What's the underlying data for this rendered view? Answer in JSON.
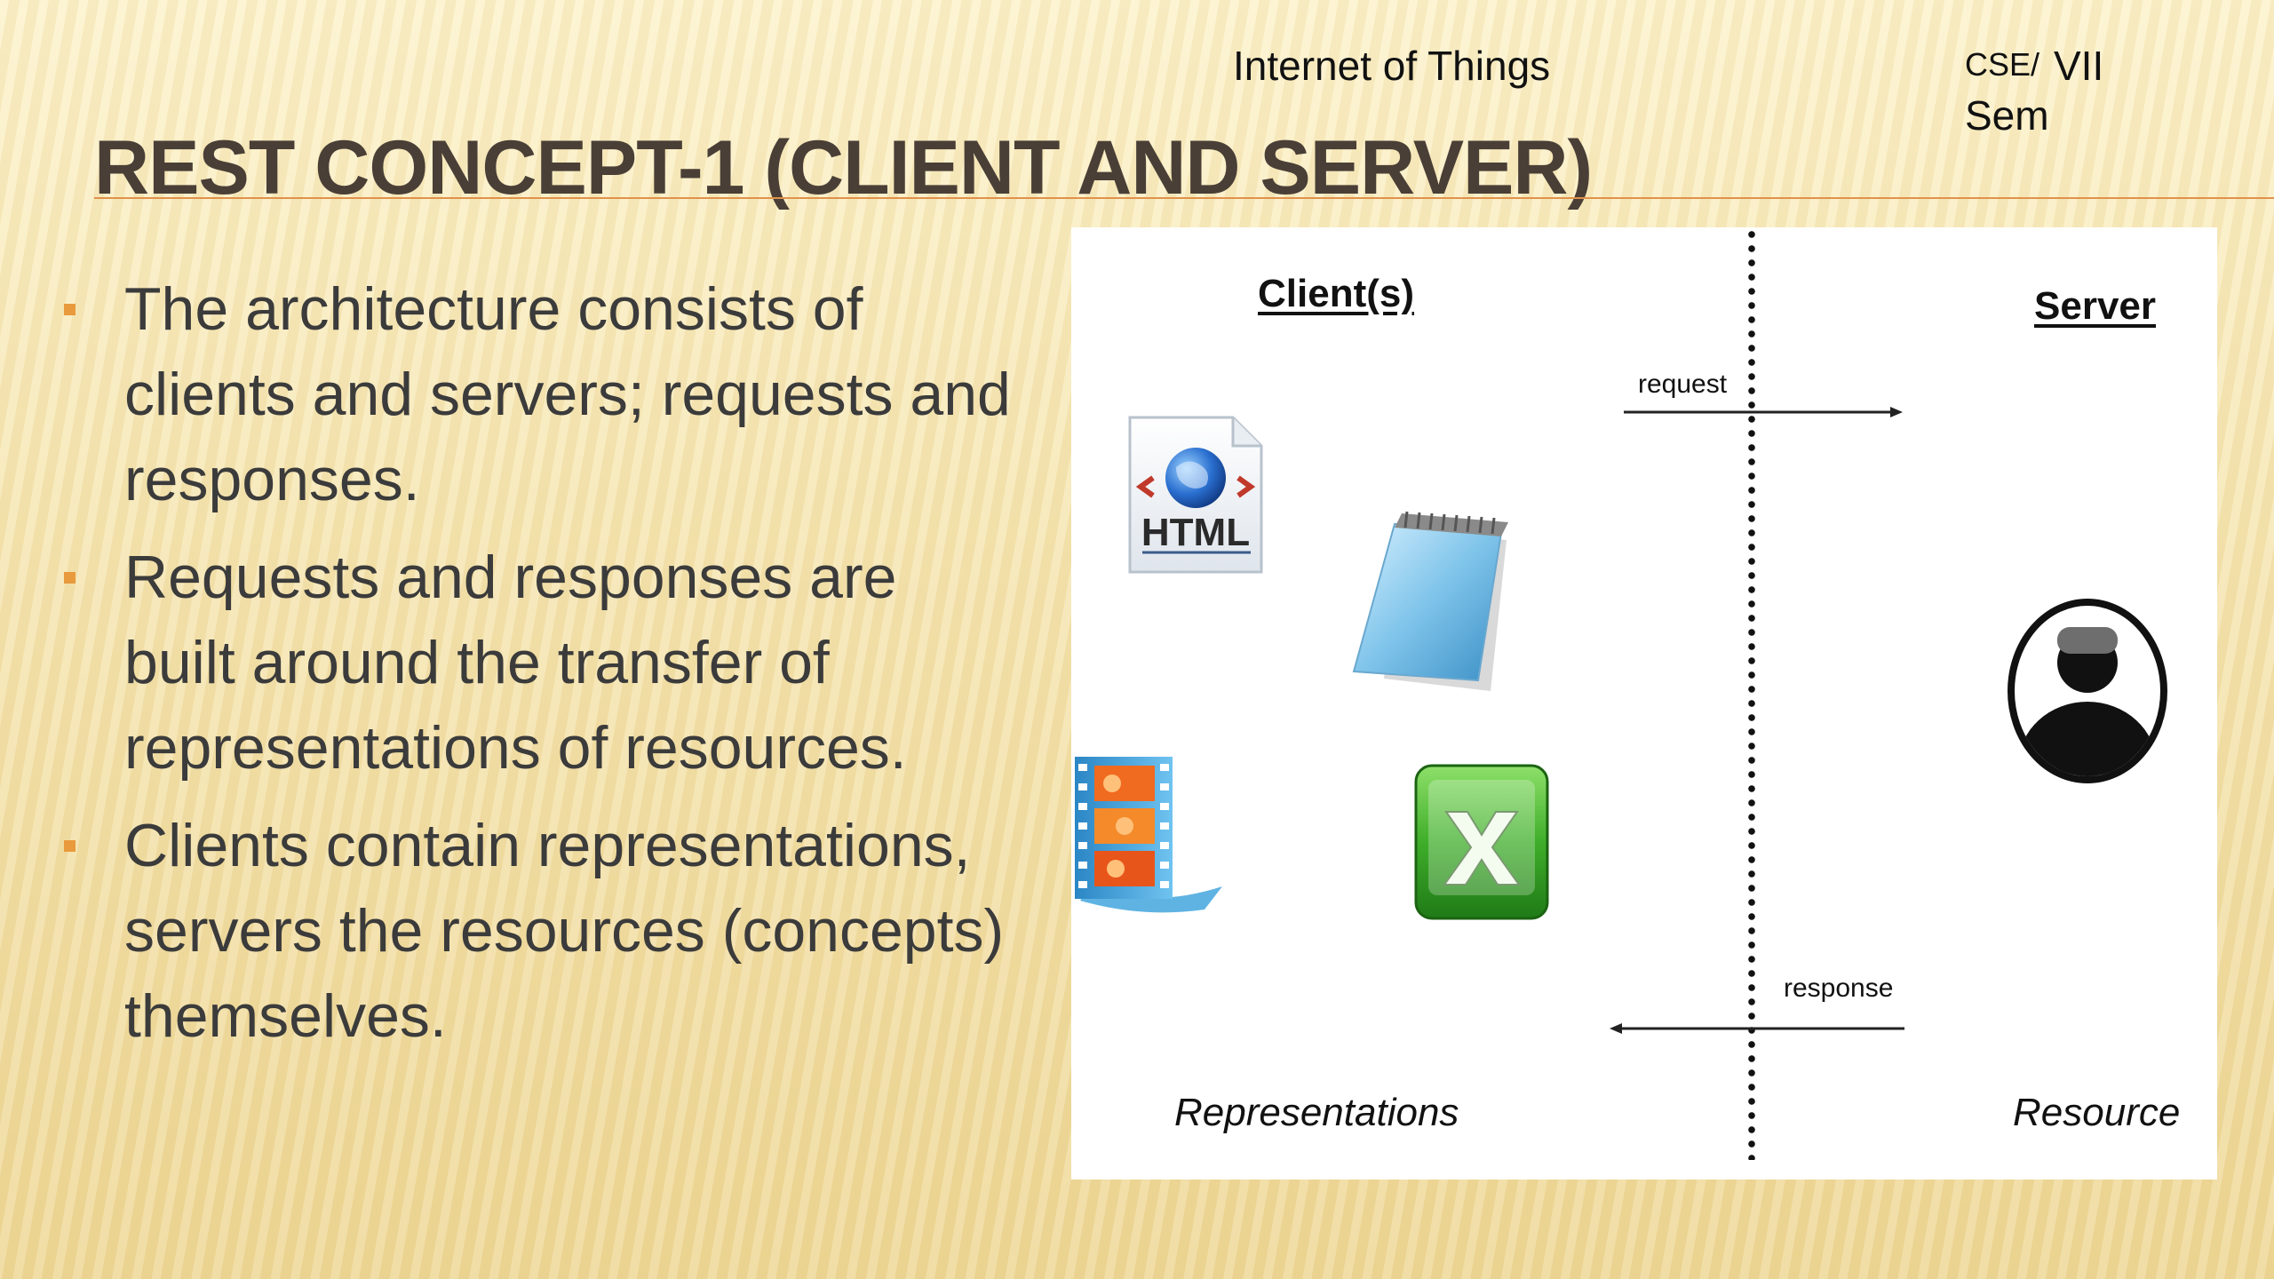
{
  "header": {
    "subject": "Internet of Things",
    "course": "CSE/",
    "semester_number": "VII",
    "semester": "Sem"
  },
  "title": "REST CONCEPT-1 (CLIENT AND SERVER)",
  "bullets": [
    {
      "text": "The architecture consists of clients and servers; requests and responses."
    },
    {
      "text": " Requests and responses are built around the transfer of representations of resources."
    },
    {
      "text": " Clients contain representations, servers the resources (concepts) themselves."
    }
  ],
  "diagram": {
    "client_label": "Client(s)",
    "server_label": "Server",
    "request_label": "request",
    "response_label": "response",
    "representations_label": "Representations",
    "resource_label": "Resource",
    "html_icon_text": "HTML",
    "client_icons": [
      "html-document-icon",
      "notepad-icon",
      "movie-clip-icon",
      "excel-spreadsheet-icon"
    ],
    "server_icon": "user-avatar-icon"
  },
  "colors": {
    "background": "#f5e6b4",
    "title": "#4a3f36",
    "accent": "#e89a3c",
    "body_text": "#3b3b3b"
  }
}
